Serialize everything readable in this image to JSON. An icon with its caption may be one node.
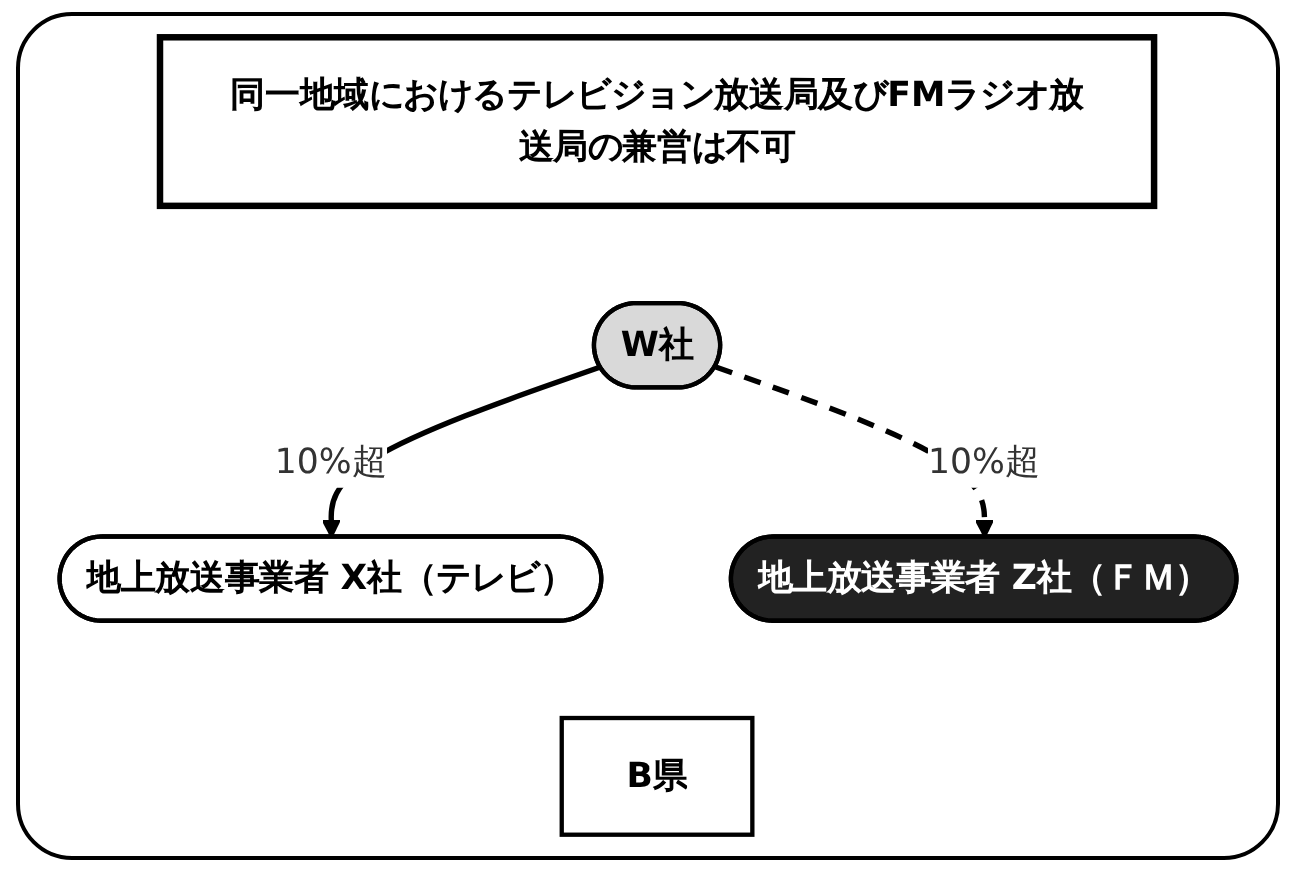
{
  "diagram": {
    "nodes": [
      {
        "text": [
          "同一地域におけるテレビジョン放送局及びFMラジオ放送局の兼営は不可"
        ]
      },
      {
        "text": [
          "W社"
        ]
      },
      {
        "text": [
          "地上放送事業者 X社（テレビ）"
        ]
      },
      {
        "text": [
          "地上放送事業者 Z社（ＦＭ）"
        ]
      },
      {
        "text": [
          "B県"
        ]
      }
    ],
    "edges": [
      {
        "from": 1,
        "to": 2,
        "arrow": "to",
        "label": "10%超"
      },
      {
        "from": 1,
        "to": 3,
        "arrow": "to",
        "label": "10%超",
        "style": "dashed"
      }
    ]
  }
}
